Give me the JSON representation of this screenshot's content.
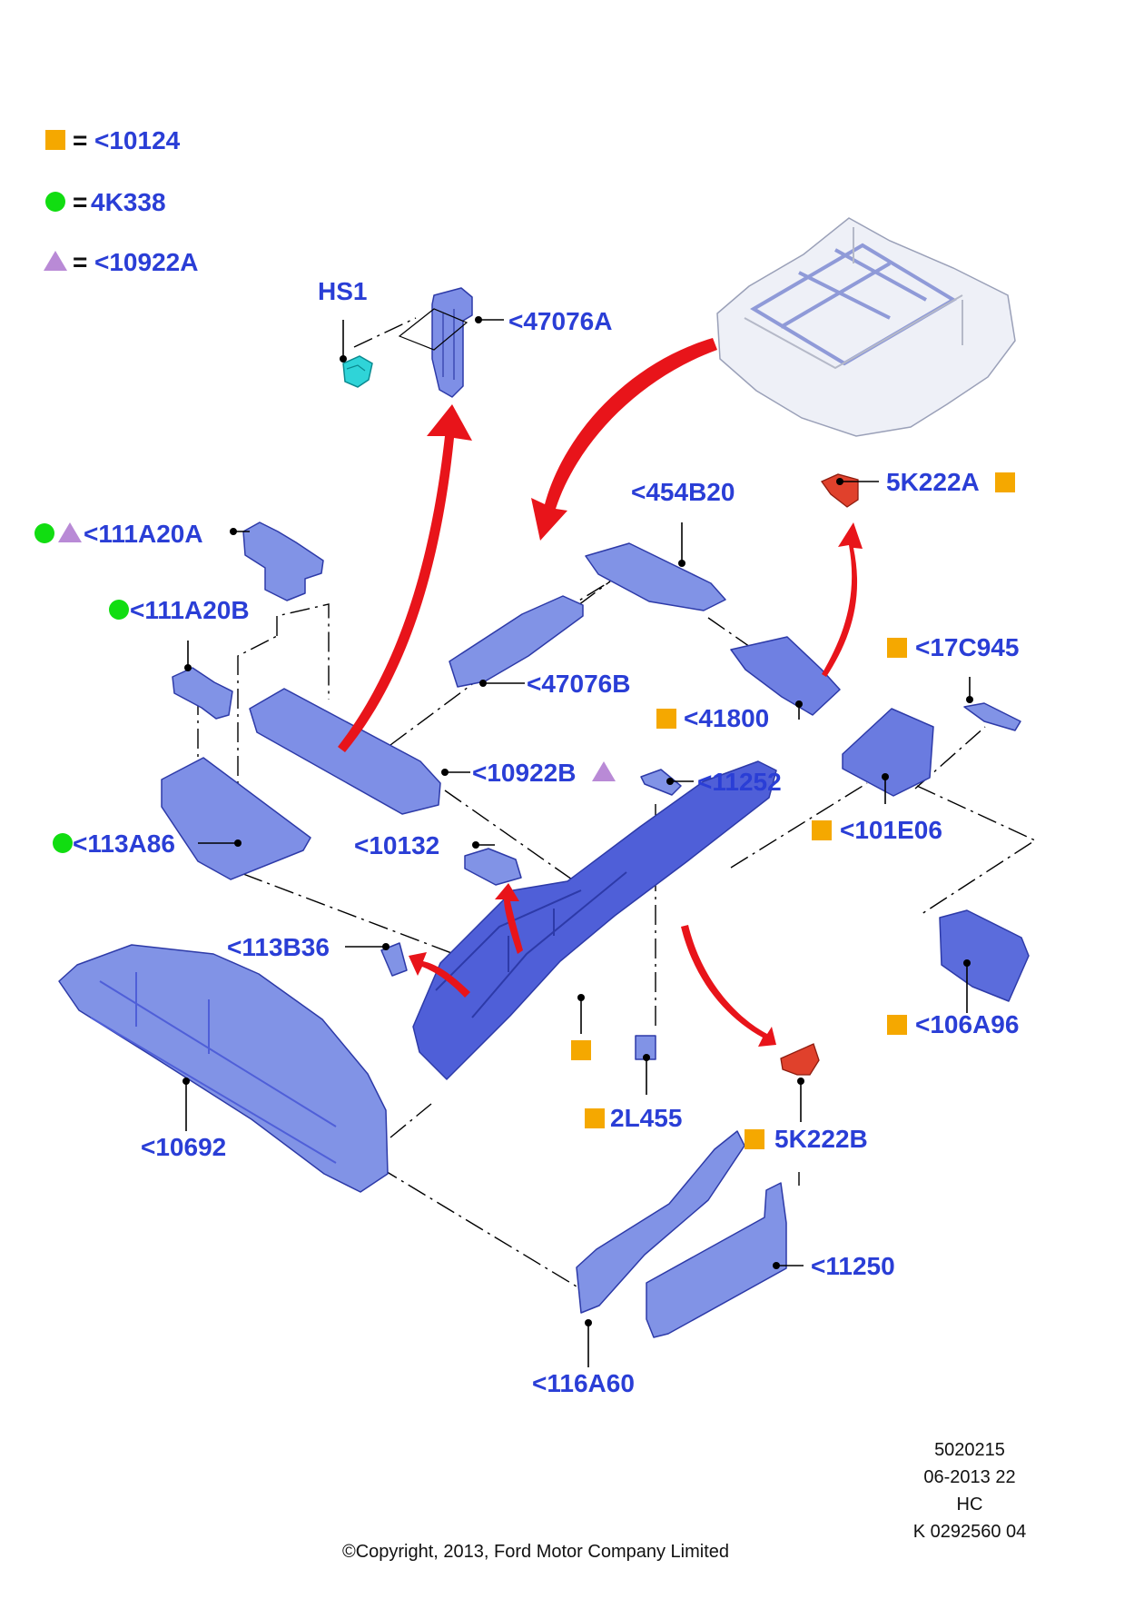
{
  "colors": {
    "label": "#2a3ed6",
    "square": "#f5a800",
    "circle": "#11dd11",
    "triangle": "#b98ad6",
    "part_fill": "#7e8fe6",
    "part_dark": "#4f5fd8",
    "red_part": "#e0412c",
    "cyan_part": "#2fd4d8",
    "arrow": "#e8141a"
  },
  "legend": [
    {
      "symbol": "square",
      "eq": "=",
      "value": "<10124"
    },
    {
      "symbol": "circle",
      "eq": "=",
      "value": "4K338"
    },
    {
      "symbol": "triangle",
      "eq": "=",
      "value": "<10922A"
    }
  ],
  "callouts": {
    "hs1": "HS1",
    "p47076a": "<47076A",
    "p111a20a": "<111A20A",
    "p111a20b": "<111A20B",
    "p454b20": "<454B20",
    "p5k222a": "5K222A",
    "p17c945": "<17C945",
    "p47076b": "<47076B",
    "p41800": "<41800",
    "p10922b": "<10922B",
    "p11252": "<11252",
    "p101e06": "<101E06",
    "p113a86": "<113A86",
    "p10132": "<10132",
    "p113b36": "<113B36",
    "p106a96": "<106A96",
    "p2l455": "2L455",
    "p5k222b": "5K222B",
    "p10692": "<10692",
    "p11250": "<11250",
    "p116a60": "<116A60"
  },
  "footer": {
    "code1": "5020215",
    "code2": "06-2013 22",
    "code3": "HC",
    "code4": "K 0292560 04",
    "copyright": "©Copyright, 2013, Ford Motor Company Limited"
  }
}
